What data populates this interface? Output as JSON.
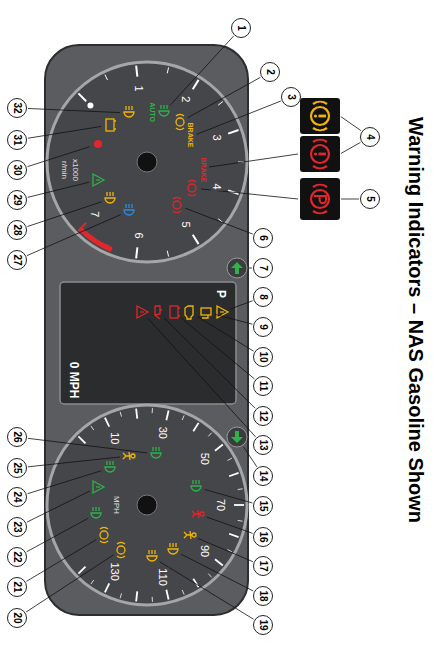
{
  "diagram": {
    "title": "Warning Indicators – NAS Gasoline Shown",
    "labels": [
      "1",
      "2",
      "3",
      "4",
      "5",
      "6",
      "7",
      "8",
      "9",
      "10",
      "11",
      "12",
      "13",
      "14",
      "15",
      "16",
      "17",
      "18",
      "19",
      "20",
      "21",
      "22",
      "23",
      "24",
      "25",
      "26",
      "27",
      "28",
      "29",
      "30",
      "31",
      "32",
      "1",
      "2",
      "3",
      "4",
      "5",
      "6",
      "7",
      "x1000",
      "r/min",
      "10",
      "30",
      "50",
      "70",
      "90",
      "110",
      "130",
      "MPH",
      "P",
      "0 MPH",
      "AUTO",
      "BRAKE",
      "BRAKE"
    ]
  }
}
